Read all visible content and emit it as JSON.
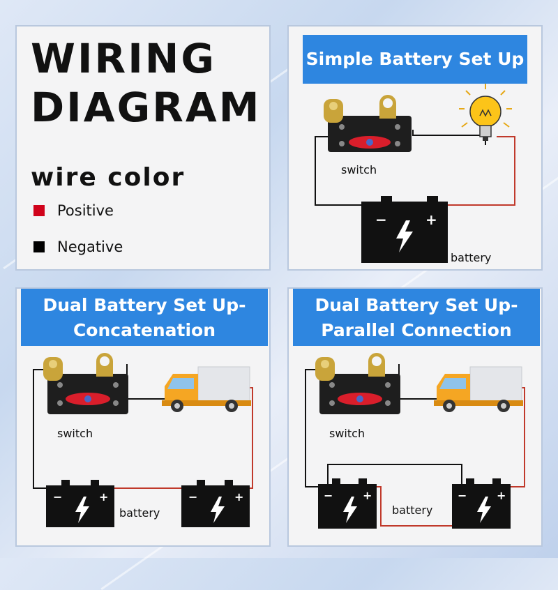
{
  "title": {
    "line1": "WIRING",
    "line2": "DIAGRAM"
  },
  "legend": {
    "heading": "wire color",
    "items": [
      {
        "label": "Positive",
        "color": "#d0021b"
      },
      {
        "label": "Negative",
        "color": "#000000"
      }
    ]
  },
  "panels": {
    "simple": {
      "header": "Simple Battery Set Up",
      "switch_label": "switch",
      "battery_label": "battery"
    },
    "concat": {
      "header_line1": "Dual Battery Set Up-",
      "header_line2": "Concatenation",
      "switch_label": "switch",
      "battery_label": "battery"
    },
    "parallel": {
      "header_line1": "Dual Battery Set Up-",
      "header_line2": "Parallel Connection",
      "switch_label": "switch",
      "battery_label": "battery"
    }
  },
  "colors": {
    "header_bg": "#2e86e0",
    "positive_wire": "#c0392b",
    "negative_wire": "#111111",
    "switch_knob": "#d91e2b",
    "brass": "#c9a43a"
  }
}
